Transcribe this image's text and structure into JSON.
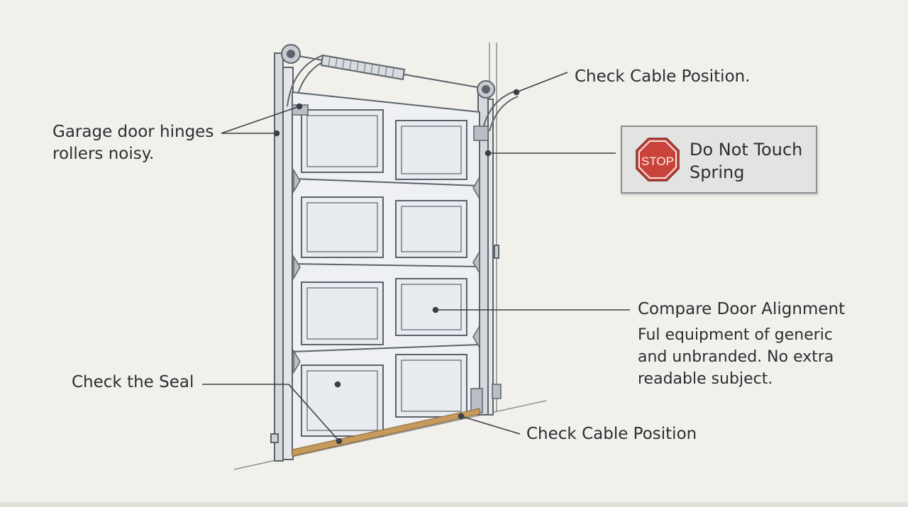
{
  "labels": {
    "cable_top": "Check Cable Position.",
    "hinges": "Garage door hinges\nrollers noisy.",
    "alignment": "Compare Door Alignment",
    "alignment_note": "Ful equipment of generic\nand unbranded. No extra\nreadable subject.",
    "seal": "Check the Seal",
    "cable_bottom": "Check Cable Position"
  },
  "warning": {
    "sign_text": "STOP",
    "message": "Do Not Touch\nSpring"
  },
  "colors": {
    "background": "#f1f0eb",
    "door_panel": "#e9ecef",
    "track": "#d5d9de",
    "outline": "#5c636b",
    "seal": "#c59a5c",
    "stop_sign": "#c9433b",
    "leader_line": "#3c4046"
  },
  "icons": [
    "stop-sign-icon"
  ]
}
